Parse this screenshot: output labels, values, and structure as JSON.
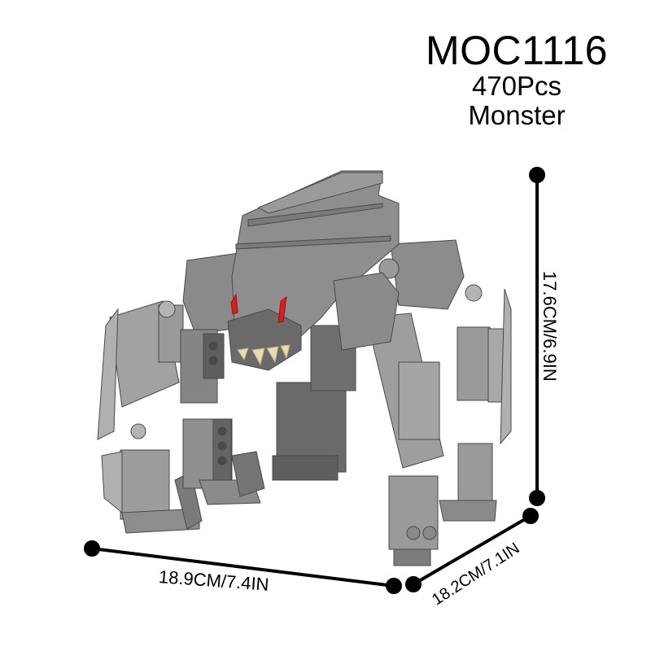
{
  "product": {
    "code": "MOC1116",
    "pieces": "470Pcs",
    "name": "Monster",
    "image_subject": "grey brick-built monster model with red eyes and tan teeth"
  },
  "dimensions": {
    "height": "17.6CM/6.9IN",
    "width": "18.9CM/7.4IN",
    "depth": "18.2CM/7.1IN"
  },
  "colors": {
    "brick_main": "#8a8a8a",
    "brick_light": "#a5a5a5",
    "brick_dark": "#5e5e5e",
    "eyes": "#d42020",
    "teeth": "#e8dcb0",
    "lines": "#000000",
    "background": "#ffffff"
  }
}
